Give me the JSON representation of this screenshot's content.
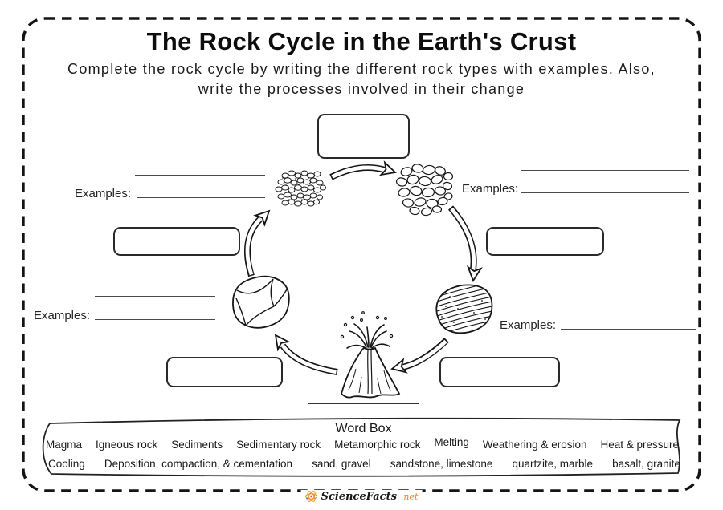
{
  "header": {
    "title": "The Rock Cycle in the Earth's Crust",
    "subtitle_line1": "Complete the rock cycle by writing the different rock types with examples. Also,",
    "subtitle_line2": "write the processes involved in their change"
  },
  "diagram": {
    "examples_label": "Examples:",
    "icons": [
      "sediments-rock-icon",
      "sedimentary-rock-icon",
      "metamorphic-rock-icon",
      "igneous-rock-icon",
      "volcano-icon"
    ]
  },
  "word_box": {
    "title": "Word Box",
    "row1": [
      "Magma",
      "Igneous rock",
      "Sediments",
      "Sedimentary rock",
      "Metamorphic rock",
      "Melting",
      "Weathering & erosion",
      "Heat & pressure"
    ],
    "row2": [
      "Cooling",
      "Deposition, compaction, & cementation",
      "sand, gravel",
      "sandstone, limestone",
      "quartzite,  marble",
      "basalt, granite"
    ]
  },
  "footer": {
    "brand": "ScienceFacts",
    "brand_suffix": ".net",
    "atom_icon_color": "#f08c28"
  },
  "colors": {
    "ink": "#161616",
    "answer_line": "#4a4a4a",
    "brand_orange": "#e8832b"
  }
}
